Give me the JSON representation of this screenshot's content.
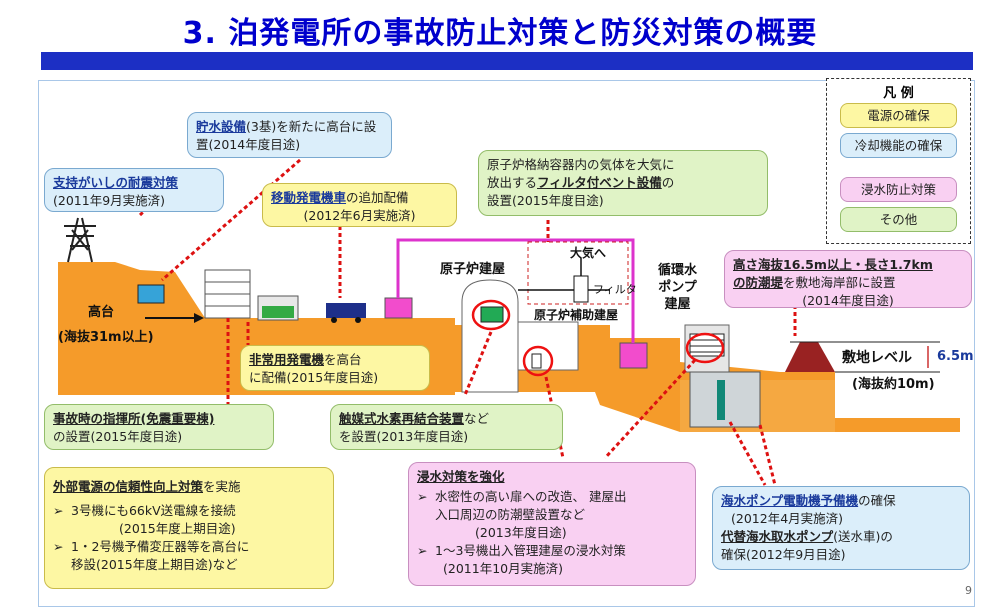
{
  "title": "3. 泊発電所の事故防止対策と防災対策の概要",
  "page_number": "9",
  "legend": {
    "title": "凡 例",
    "items": [
      {
        "label": "電源の確保",
        "color": "#fdf7a3"
      },
      {
        "label": "冷却機能の確保",
        "color": "#dbeefa"
      },
      {
        "label": "浸水防止対策",
        "color": "#f9d0f2"
      },
      {
        "label": "その他",
        "color": "#e0f3c6"
      }
    ]
  },
  "labels": {
    "takadai": "高台",
    "takadai_elev": "(海抜31m以上)",
    "reactor_building": "原子炉建屋",
    "aux_building": "原子炉補助建屋",
    "pump_building": "循環水\nポンプ\n建屋",
    "taiki": "大気へ",
    "filter": "フィルタ",
    "site_level": "敷地レベル",
    "site_elev": "(海抜約10m)",
    "height_diff": "6.5m"
  },
  "boxes": {
    "water_storage": {
      "head": "貯水設備",
      "rest": "(3基)を新たに高台に設置(2014年度目途)"
    },
    "tower": {
      "head": "支持がいしの耐震対策",
      "rest": "(2011年9月実施済)"
    },
    "mobile_gen": {
      "head": "移動発電機車",
      "rest": "の追加配備",
      "sub": "(2012年6月実施済)"
    },
    "filter_vent": {
      "line1": "原子炉格納容器内の気体を大気に",
      "line2": "放出する",
      "head": "フィルタ付ベント設備",
      "tail": "の",
      "line3": "設置(2015年度目途)"
    },
    "seawall": {
      "line1": "高さ海抜16.5m以上・長さ1.7km",
      "head": "の防潮堤",
      "rest": "を敷地海岸部に設置",
      "sub": "(2014年度目途)"
    },
    "emergency_gen": {
      "head": "非常用発電機",
      "rest": "を高台",
      "line2": "に配備(2015年度目途)"
    },
    "command_post": {
      "head": "事故時の指揮所(免震重要棟)",
      "line2": "の設置(2015年度目途)"
    },
    "hydrogen": {
      "head": "触媒式水素再結合装置",
      "rest": "など",
      "line2": "を設置(2013年度目途)"
    },
    "external_power": {
      "head": "外部電源の信頼性向上対策",
      "rest": "を実施",
      "items": [
        {
          "main": "3号機にも66kV送電線を接続",
          "sub": "(2015年度上期目途)"
        },
        {
          "main": "1・2号機予備変圧器等を高台に",
          "sub": "移設(2015年度上期目途)など"
        }
      ]
    },
    "flood": {
      "head": "浸水対策を強化",
      "items": [
        {
          "main": "水密性の高い扉への改造、 建屋出",
          "sub": "入口周辺の防潮壁設置など",
          "date": "(2013年度目途)"
        },
        {
          "main": "1〜3号機出入管理建屋の浸水対策",
          "date": "(2011年10月実施済)"
        }
      ]
    },
    "seawater_pump": {
      "head": "海水ポンプ電動機予備機",
      "rest": "の確保",
      "sub": "(2012年4月実施済)",
      "head2": "代替海水取水ポンプ",
      "rest2": "(送水車)の",
      "line3": "確保(2012年9月目途)"
    }
  }
}
